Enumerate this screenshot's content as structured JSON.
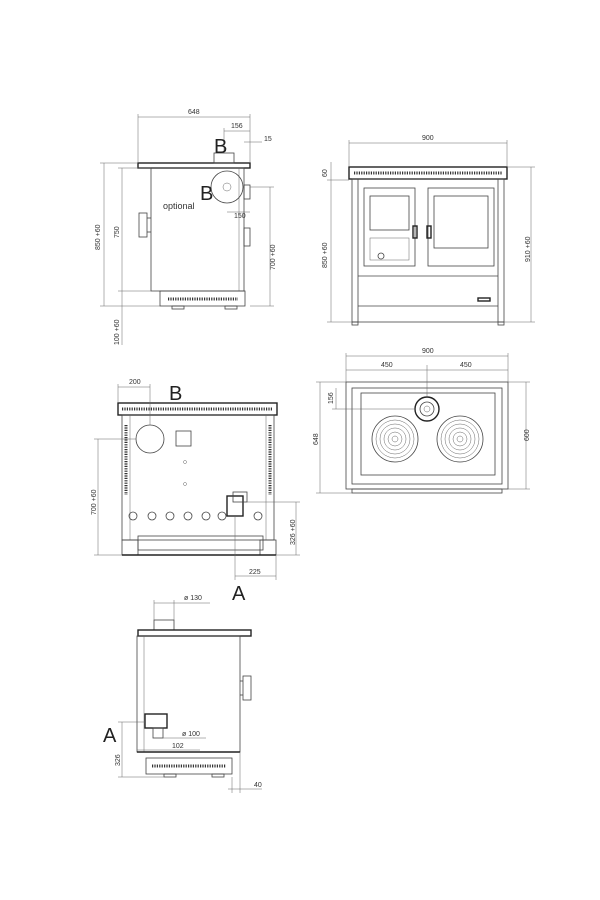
{
  "side_view": {
    "width": "648",
    "flue_offset": "156",
    "flue_small": "15",
    "total_height": "850 +60",
    "body_height": "750",
    "outlet_height": "700 +60",
    "outlet_offset": "150",
    "feet": "100 +60",
    "marker_top": "B",
    "marker_side": "B",
    "optional": "optional"
  },
  "front_view": {
    "width": "900",
    "top_gap": "60",
    "total_height": "850 +60",
    "right_height": "910 +60"
  },
  "top_view": {
    "width": "900",
    "half_left": "450",
    "half_right": "450",
    "flue_offset": "156",
    "depth_total": "648",
    "depth_inner": "600"
  },
  "rear_view": {
    "offset": "200",
    "marker": "B",
    "outlet_height": "700 +60",
    "inlet_height": "326 +60",
    "inlet_offset": "225",
    "marker_a": "A"
  },
  "lower_side_view": {
    "flue_diameter": "ø 130",
    "marker_a": "A",
    "pipe_diameter": "ø 100",
    "pipe_offset": "102",
    "pipe_height": "326",
    "foot_offset": "40"
  }
}
